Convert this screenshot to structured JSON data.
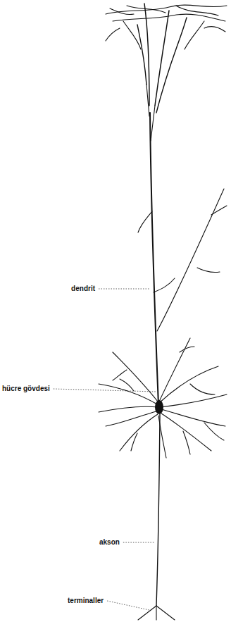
{
  "diagram": {
    "labels": [
      "dendrit",
      "hücre gövdesi",
      "akson",
      "terminaller"
    ]
  }
}
